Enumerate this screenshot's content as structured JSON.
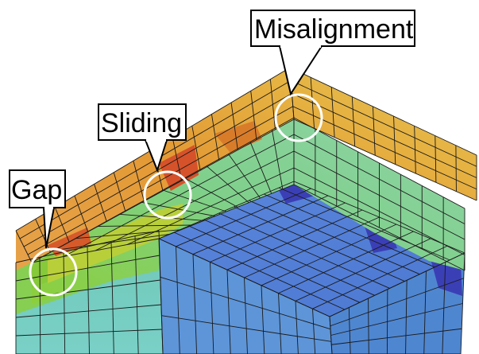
{
  "annotations": [
    {
      "id": "misalignment",
      "label": "Misalignment"
    },
    {
      "id": "sliding",
      "label": "Sliding"
    },
    {
      "id": "gap",
      "label": "Gap"
    }
  ],
  "colors": {
    "outer_shell": "#e6a73a",
    "outer_shell_hot": "#d94a22",
    "middle_layer": "#8fd06a",
    "middle_layer_green": "#7cc23a",
    "inner_body": "#4a78d8",
    "inner_dark": "#3a3fb8",
    "cyan_region": "#7fd0c8",
    "mesh_line": "#1a1a1a",
    "callout_border": "#000000",
    "marker_circle": "#ffffff"
  }
}
